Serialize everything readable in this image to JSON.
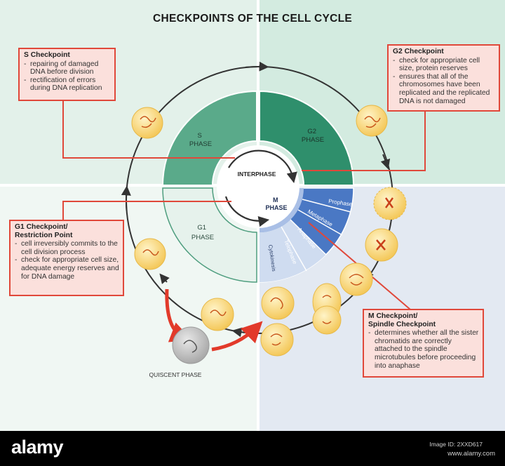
{
  "title": "CHECKPOINTS OF THE CELL CYCLE",
  "phases": {
    "s": [
      "S",
      "PHASE"
    ],
    "g2": [
      "G2",
      "PHASE"
    ],
    "g1": [
      "G1",
      "PHASE"
    ],
    "m": [
      "M",
      "PHASE"
    ],
    "interphase": "INTERPHASE",
    "mitosis_steps": [
      "Prophase",
      "Metaphase",
      "Anaphase",
      "Telophase"
    ],
    "cytokinesis": "Cytokinesis",
    "quiescent": "QUISCENT PHASE"
  },
  "checkpoints": {
    "s": {
      "heading": [
        "S Checkpoint"
      ],
      "items": [
        "repairing of damaged DNA before division",
        "rectification of errors during DNA replication"
      ]
    },
    "g2": {
      "heading": [
        "G2 Checkpoint"
      ],
      "items": [
        "check for appropriate cell size, protein reserves",
        "ensures that all of the chromosomes have been replicated and the replicated DNA is not damaged"
      ]
    },
    "g1": {
      "heading": [
        "G1 Checkpoint/",
        "Restriction Point"
      ],
      "items": [
        "cell irreversibly commits to the cell division process",
        "check for appropriate cell size, adequate energy reserves and for DNA damage"
      ]
    },
    "m": {
      "heading": [
        "M Checkpoint/",
        "Spindle Checkpoint"
      ],
      "items": [
        "determines whether all the sister chromatids are correctly attached to the spindle microtubules before proceeding into anaphase"
      ]
    }
  },
  "footer": {
    "logo": "alamy",
    "image_id": "Image ID: 2XXD617",
    "url": "www.alamy.com"
  },
  "colors": {
    "s_phase": "#5aaa8a",
    "g2_phase": "#2f8f6c",
    "g1_phase": "#e6f2ec",
    "m_phase": "#4a78c4",
    "checkpoint_border": "#e0483a",
    "checkpoint_fill": "#fbe0dc"
  }
}
